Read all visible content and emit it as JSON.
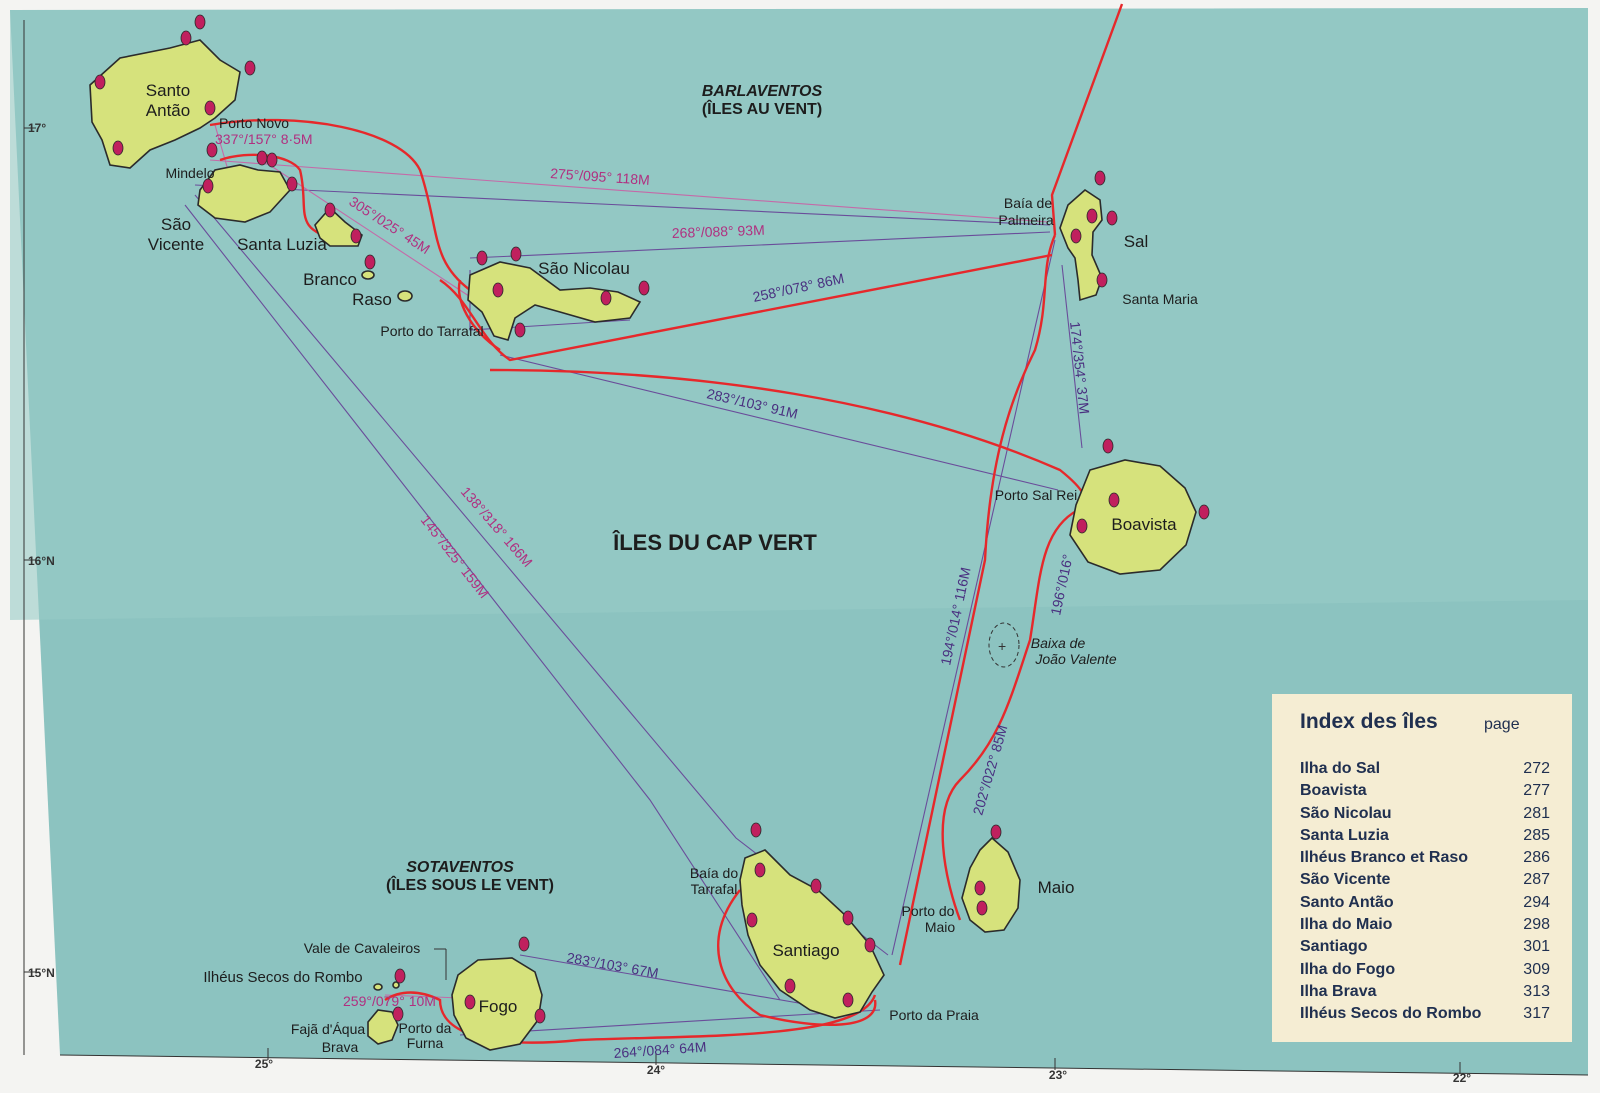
{
  "map": {
    "title": "ÎLES DU CAP VERT",
    "regions": {
      "barlaventos": {
        "line1": "BARLAVENTOS",
        "line2": "(ÎLES AU VENT)"
      },
      "sotaventos": {
        "line1": "SOTAVENTOS",
        "line2": "(ÎLES SOUS LE VENT)"
      }
    },
    "islands": {
      "santo_antao": [
        "Santo",
        "Antão"
      ],
      "sao_vicente": [
        "São",
        "Vicente"
      ],
      "santa_luzia": "Santa Luzia",
      "branco": "Branco",
      "raso": "Raso",
      "sao_nicolau": "São Nicolau",
      "sal": "Sal",
      "boavista": "Boavista",
      "maio": "Maio",
      "santiago": "Santiago",
      "fogo": "Fogo",
      "brava": "Brava"
    },
    "places": {
      "porto_novo": "Porto Novo",
      "mindelo": "Mindelo",
      "porto_do_tarrafal": "Porto do Tarrafal",
      "baia_de_palmeira": [
        "Baía de",
        "Palmeira"
      ],
      "santa_maria": "Santa Maria",
      "porto_sal_rei": "Porto Sal Rei",
      "baixa_de_joao_valente": [
        "Baixa de",
        "João Valente"
      ],
      "baia_do_tarrafal": [
        "Baía do",
        "Tarrafal"
      ],
      "porto_do_maio": [
        "Porto do",
        "Maio"
      ],
      "porto_da_praia": "Porto da Praia",
      "vale_de_cavaleiros": "Vale de Cavaleiros",
      "ilheus_secos_do_rombo": "Ilhéus Secos do Rombo",
      "faja_dagua": "Fajã d'Áqua",
      "porto_da_furna": [
        "Porto da",
        "Furna"
      ]
    },
    "bearings": [
      "337°/157° 8·5M",
      "275°/095° 118M",
      "268°/088° 93M",
      "305°/025° 45M",
      "258°/078° 86M",
      "174°/354° 37M",
      "283°/103° 91M",
      "138°/318° 166M",
      "145°/325° 159M",
      "194°/014° 116M",
      "196°/016°",
      "202°/022° 85M",
      "283°/103° 67M",
      "259°/079° 10M",
      "264°/084° 64M"
    ],
    "lat_labels": [
      "17°",
      "16°N",
      "15°N"
    ],
    "lon_labels": [
      "25°",
      "24°",
      "23°",
      "22°"
    ],
    "colors": {
      "sea": "#8cc3c0",
      "land": "#d6e27c",
      "main_route": "#e6282b",
      "alt_route": "#6a4d9a",
      "pink_route": "#c46aa8",
      "anchorage_marker": "#c0205e",
      "index_panel": "#f5edd3"
    }
  },
  "index": {
    "title": "Index des îles",
    "page_header": "page",
    "entries": [
      {
        "name": "Ilha do Sal",
        "page": "272"
      },
      {
        "name": "Boavista",
        "page": "277"
      },
      {
        "name": "São Nicolau",
        "page": "281"
      },
      {
        "name": "Santa Luzia",
        "page": "285"
      },
      {
        "name": "Ilhéus Branco et Raso",
        "page": "286"
      },
      {
        "name": "São Vicente",
        "page": "287"
      },
      {
        "name": "Santo Antão",
        "page": "294"
      },
      {
        "name": "Ilha do Maio",
        "page": "298"
      },
      {
        "name": "Santiago",
        "page": "301"
      },
      {
        "name": "Ilha do Fogo",
        "page": "309"
      },
      {
        "name": "Ilha Brava",
        "page": "313"
      },
      {
        "name": "Ilhéus Secos do Rombo",
        "page": "317"
      }
    ]
  }
}
